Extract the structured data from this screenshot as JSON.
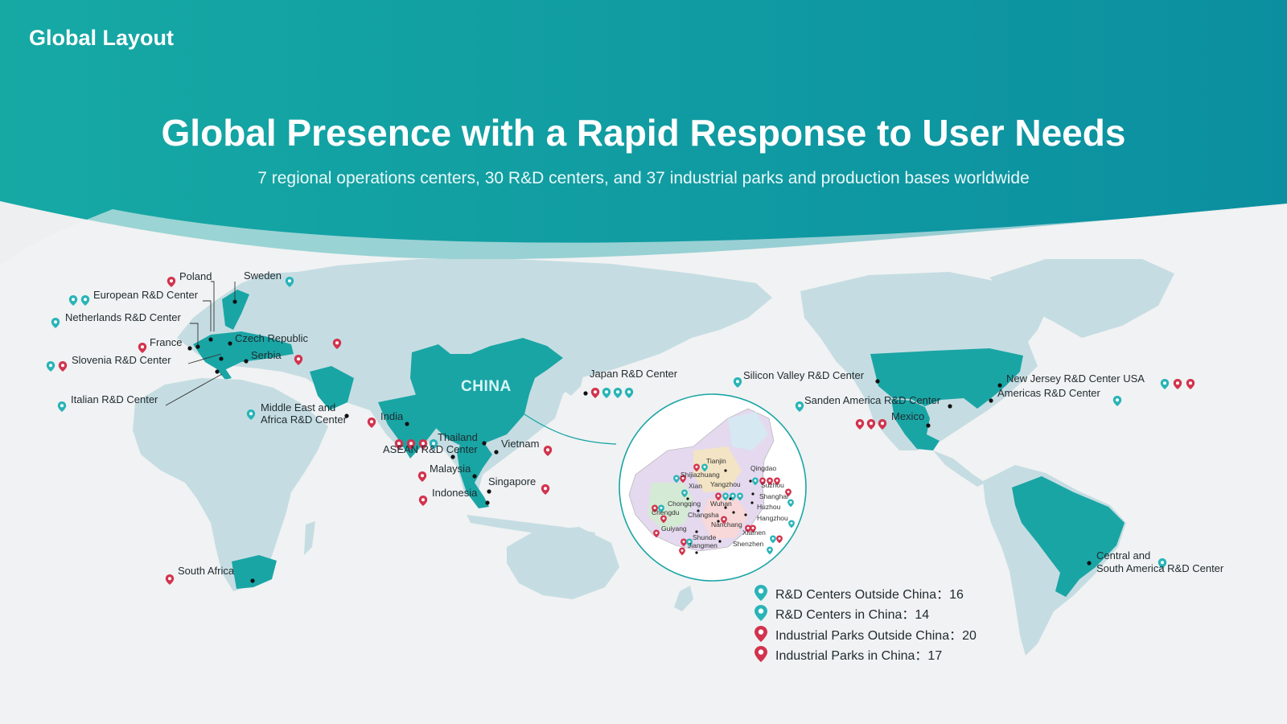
{
  "header": {
    "brand": "Global Layout",
    "title": "Global Presence with a Rapid Response to User Needs",
    "subtitle": "7 regional operations centers, 30 R&D centers, and 37 industrial parks and production bases worldwide"
  },
  "colors": {
    "teal": "#1aa5a5",
    "teal_dark": "#0e8f9a",
    "pin_rd": "#28b4b8",
    "pin_park": "#d2334e",
    "land": "#c5dde2"
  },
  "map": {
    "china_label": "CHINA",
    "labels": [
      {
        "id": "poland",
        "text": "Poland"
      },
      {
        "id": "sweden",
        "text": "Sweden"
      },
      {
        "id": "european",
        "text": "European R&D Center"
      },
      {
        "id": "netherlands",
        "text": "Netherlands R&D Center"
      },
      {
        "id": "czech",
        "text": "Czech Republic"
      },
      {
        "id": "france",
        "text": "France"
      },
      {
        "id": "serbia",
        "text": "Serbia"
      },
      {
        "id": "slovenia",
        "text": "Slovenia R&D Center"
      },
      {
        "id": "italian",
        "text": "Italian R&D Center"
      },
      {
        "id": "mideast1",
        "text": "Middle East and"
      },
      {
        "id": "mideast2",
        "text": "Africa R&D Center"
      },
      {
        "id": "india",
        "text": "India"
      },
      {
        "id": "thailand",
        "text": "Thailand"
      },
      {
        "id": "asean",
        "text": "ASEAN R&D Center"
      },
      {
        "id": "vietnam",
        "text": "Vietnam"
      },
      {
        "id": "malaysia",
        "text": "Malaysia"
      },
      {
        "id": "singapore",
        "text": "Singapore"
      },
      {
        "id": "indonesia",
        "text": "Indonesia"
      },
      {
        "id": "southafrica",
        "text": "South Africa"
      },
      {
        "id": "japan",
        "text": "Japan R&D Center"
      },
      {
        "id": "silicon",
        "text": "Silicon Valley R&D Center"
      },
      {
        "id": "sanden",
        "text": "Sanden America R&D Center"
      },
      {
        "id": "mexico",
        "text": "Mexico"
      },
      {
        "id": "newjersey",
        "text": "New Jersey  R&D Center  USA"
      },
      {
        "id": "americas",
        "text": "Americas R&D Center"
      },
      {
        "id": "csa1",
        "text": "Central and"
      },
      {
        "id": "csa2",
        "text": "South America R&D Center"
      }
    ],
    "china_cities": [
      "Tianjin",
      "Qingdao",
      "Shijiazhuang",
      "Xian",
      "Yangzhou",
      "Suzhou",
      "Shanghai",
      "Chongqing",
      "Wuhan",
      "Huzhou",
      "Chengdu",
      "Changsha",
      "Hangzhou",
      "Nanchang",
      "Guiyang",
      "Xiamen",
      "Shunde",
      "Jiangmen",
      "Shenzhen"
    ]
  },
  "legend": [
    {
      "type": "rd",
      "text": "R&D Centers Outside China：16"
    },
    {
      "type": "rd",
      "text": "R&D Centers in China：14"
    },
    {
      "type": "park",
      "text": "Industrial Parks Outside China：20"
    },
    {
      "type": "park",
      "text": "Industrial Parks in China：17"
    }
  ]
}
